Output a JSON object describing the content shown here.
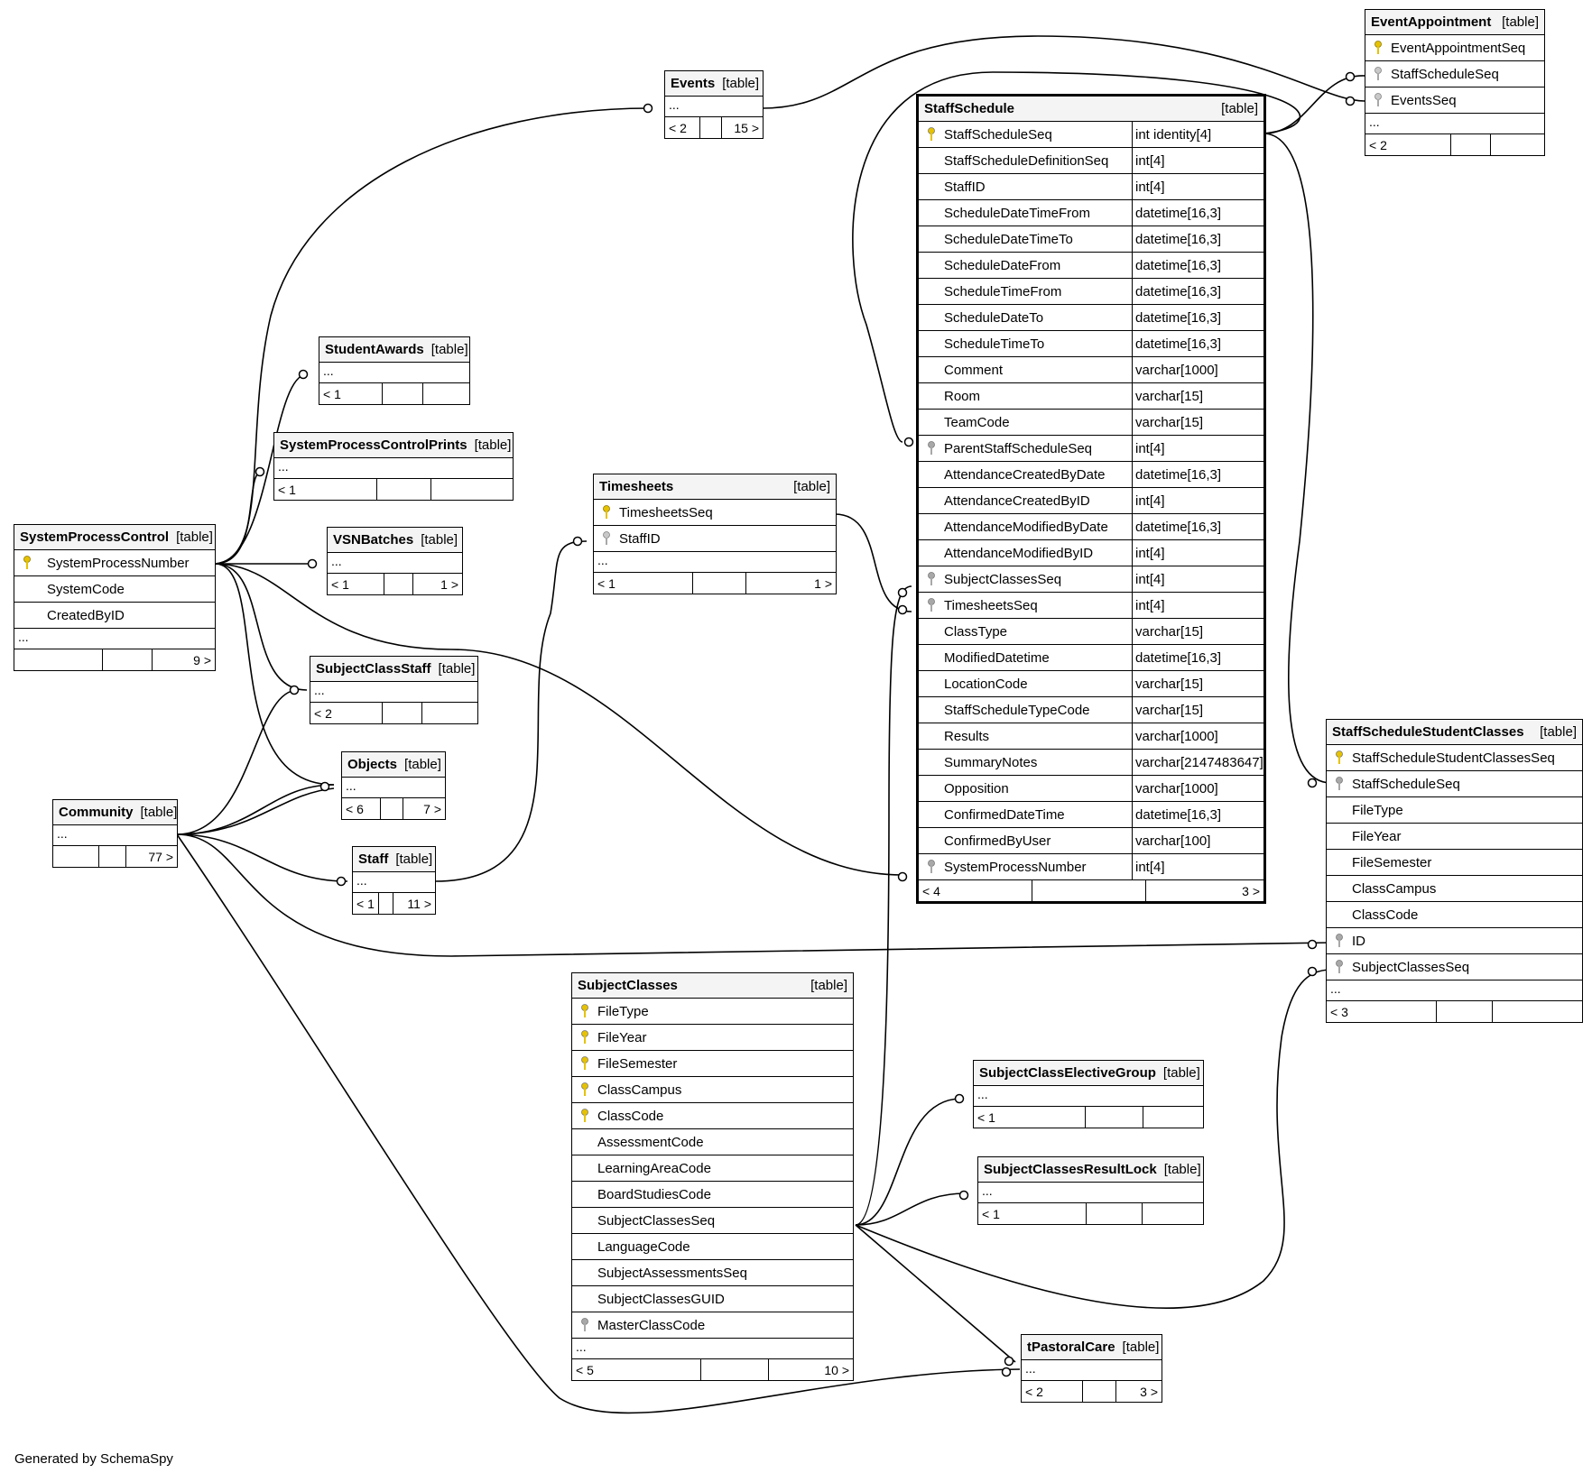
{
  "diagram": {
    "footer_text": "Generated by SchemaSpy",
    "colors": {
      "primary_key": "#e6c200",
      "foreign_key": "#a8a8a8",
      "header_bg": "#f4f4f4",
      "line": "#000000"
    },
    "tables": [
      {
        "id": "events",
        "name": "Events",
        "tag": "[table]",
        "columns": [],
        "ellipsis": "...",
        "footer": [
          "< 2",
          "",
          "15 >"
        ]
      },
      {
        "id": "eventappointment",
        "name": "EventAppointment",
        "tag": "[table]",
        "columns": [
          {
            "name": "EventAppointmentSeq",
            "key": "pk"
          },
          {
            "name": "StaffScheduleSeq",
            "key": "fk"
          },
          {
            "name": "EventsSeq",
            "key": "fk"
          }
        ],
        "ellipsis": "...",
        "footer": [
          "< 2",
          "",
          ""
        ]
      },
      {
        "id": "staffschedule",
        "name": "StaffSchedule",
        "tag": "[table]",
        "columns": [
          {
            "name": "StaffScheduleSeq",
            "type": "int identity[4]",
            "key": "pk"
          },
          {
            "name": "StaffScheduleDefinitionSeq",
            "type": "int[4]",
            "key": ""
          },
          {
            "name": "StaffID",
            "type": "int[4]",
            "key": ""
          },
          {
            "name": "ScheduleDateTimeFrom",
            "type": "datetime[16,3]",
            "key": ""
          },
          {
            "name": "ScheduleDateTimeTo",
            "type": "datetime[16,3]",
            "key": ""
          },
          {
            "name": "ScheduleDateFrom",
            "type": "datetime[16,3]",
            "key": ""
          },
          {
            "name": "ScheduleTimeFrom",
            "type": "datetime[16,3]",
            "key": ""
          },
          {
            "name": "ScheduleDateTo",
            "type": "datetime[16,3]",
            "key": ""
          },
          {
            "name": "ScheduleTimeTo",
            "type": "datetime[16,3]",
            "key": ""
          },
          {
            "name": "Comment",
            "type": "varchar[1000]",
            "key": ""
          },
          {
            "name": "Room",
            "type": "varchar[15]",
            "key": ""
          },
          {
            "name": "TeamCode",
            "type": "varchar[15]",
            "key": ""
          },
          {
            "name": "ParentStaffScheduleSeq",
            "type": "int[4]",
            "key": "fk"
          },
          {
            "name": "AttendanceCreatedByDate",
            "type": "datetime[16,3]",
            "key": ""
          },
          {
            "name": "AttendanceCreatedByID",
            "type": "int[4]",
            "key": ""
          },
          {
            "name": "AttendanceModifiedByDate",
            "type": "datetime[16,3]",
            "key": ""
          },
          {
            "name": "AttendanceModifiedByID",
            "type": "int[4]",
            "key": ""
          },
          {
            "name": "SubjectClassesSeq",
            "type": "int[4]",
            "key": "fk"
          },
          {
            "name": "TimesheetsSeq",
            "type": "int[4]",
            "key": "fk"
          },
          {
            "name": "ClassType",
            "type": "varchar[15]",
            "key": ""
          },
          {
            "name": "ModifiedDatetime",
            "type": "datetime[16,3]",
            "key": ""
          },
          {
            "name": "LocationCode",
            "type": "varchar[15]",
            "key": ""
          },
          {
            "name": "StaffScheduleTypeCode",
            "type": "varchar[15]",
            "key": ""
          },
          {
            "name": "Results",
            "type": "varchar[1000]",
            "key": ""
          },
          {
            "name": "SummaryNotes",
            "type": "varchar[2147483647]",
            "key": ""
          },
          {
            "name": "Opposition",
            "type": "varchar[1000]",
            "key": ""
          },
          {
            "name": "ConfirmedDateTime",
            "type": "datetime[16,3]",
            "key": ""
          },
          {
            "name": "ConfirmedByUser",
            "type": "varchar[100]",
            "key": ""
          },
          {
            "name": "SystemProcessNumber",
            "type": "int[4]",
            "key": "fk"
          }
        ],
        "footer": [
          "< 4",
          "",
          "3 >"
        ]
      },
      {
        "id": "studentawards",
        "name": "StudentAwards",
        "tag": "[table]",
        "columns": [],
        "ellipsis": "...",
        "footer": [
          "< 1",
          "",
          ""
        ]
      },
      {
        "id": "spcprints",
        "name": "SystemProcessControlPrints",
        "tag": "[table]",
        "columns": [],
        "ellipsis": "...",
        "footer": [
          "< 1",
          "",
          ""
        ]
      },
      {
        "id": "timesheets",
        "name": "Timesheets",
        "tag": "[table]",
        "columns": [
          {
            "name": "TimesheetsSeq",
            "key": "pk"
          },
          {
            "name": "StaffID",
            "key": "fk"
          }
        ],
        "ellipsis": "...",
        "footer": [
          "< 1",
          "",
          "1 >"
        ]
      },
      {
        "id": "spc",
        "name": "SystemProcessControl",
        "tag": "[table]",
        "columns": [
          {
            "name": "SystemProcessNumber",
            "key": "pk"
          },
          {
            "name": "SystemCode",
            "key": ""
          },
          {
            "name": "CreatedByID",
            "key": ""
          }
        ],
        "ellipsis": "...",
        "footer": [
          "",
          "",
          "9 >"
        ]
      },
      {
        "id": "vsnbatches",
        "name": "VSNBatches",
        "tag": "[table]",
        "columns": [],
        "ellipsis": "...",
        "footer": [
          "< 1",
          "",
          "1 >"
        ]
      },
      {
        "id": "subjectclassstaff",
        "name": "SubjectClassStaff",
        "tag": "[table]",
        "columns": [],
        "ellipsis": "...",
        "footer": [
          "< 2",
          "",
          ""
        ]
      },
      {
        "id": "objects",
        "name": "Objects",
        "tag": "[table]",
        "columns": [],
        "ellipsis": "...",
        "footer": [
          "< 6",
          "",
          "7 >"
        ]
      },
      {
        "id": "community",
        "name": "Community",
        "tag": "[table]",
        "columns": [],
        "ellipsis": "...",
        "footer": [
          "",
          "",
          "77 >"
        ]
      },
      {
        "id": "staff",
        "name": "Staff",
        "tag": "[table]",
        "columns": [],
        "ellipsis": "...",
        "footer": [
          "< 1",
          "",
          "11 >"
        ]
      },
      {
        "id": "sssc",
        "name": "StaffScheduleStudentClasses",
        "tag": "[table]",
        "columns": [
          {
            "name": "StaffScheduleStudentClassesSeq",
            "key": "pk"
          },
          {
            "name": "StaffScheduleSeq",
            "key": "fk"
          },
          {
            "name": "FileType",
            "key": ""
          },
          {
            "name": "FileYear",
            "key": ""
          },
          {
            "name": "FileSemester",
            "key": ""
          },
          {
            "name": "ClassCampus",
            "key": ""
          },
          {
            "name": "ClassCode",
            "key": ""
          },
          {
            "name": "ID",
            "key": "fk"
          },
          {
            "name": "SubjectClassesSeq",
            "key": "fk"
          }
        ],
        "ellipsis": "...",
        "footer": [
          "< 3",
          "",
          ""
        ]
      },
      {
        "id": "subjectclasses",
        "name": "SubjectClasses",
        "tag": "[table]",
        "columns": [
          {
            "name": "FileType",
            "key": "pk"
          },
          {
            "name": "FileYear",
            "key": "pk"
          },
          {
            "name": "FileSemester",
            "key": "pk"
          },
          {
            "name": "ClassCampus",
            "key": "pk"
          },
          {
            "name": "ClassCode",
            "key": "pk"
          },
          {
            "name": "AssessmentCode",
            "key": ""
          },
          {
            "name": "LearningAreaCode",
            "key": ""
          },
          {
            "name": "BoardStudiesCode",
            "key": ""
          },
          {
            "name": "SubjectClassesSeq",
            "key": ""
          },
          {
            "name": "LanguageCode",
            "key": ""
          },
          {
            "name": "SubjectAssessmentsSeq",
            "key": ""
          },
          {
            "name": "SubjectClassesGUID",
            "key": ""
          },
          {
            "name": "MasterClassCode",
            "key": "fk"
          }
        ],
        "ellipsis": "...",
        "footer": [
          "< 5",
          "",
          "10 >"
        ]
      },
      {
        "id": "scelective",
        "name": "SubjectClassElectiveGroup",
        "tag": "[table]",
        "columns": [],
        "ellipsis": "...",
        "footer": [
          "< 1",
          "",
          ""
        ]
      },
      {
        "id": "scresultlock",
        "name": "SubjectClassesResultLock",
        "tag": "[table]",
        "columns": [],
        "ellipsis": "...",
        "footer": [
          "< 1",
          "",
          ""
        ]
      },
      {
        "id": "tpastoral",
        "name": "tPastoralCare",
        "tag": "[table]",
        "columns": [],
        "ellipsis": "...",
        "footer": [
          "< 2",
          "",
          "3 >"
        ]
      }
    ],
    "relationships": [
      {
        "from": "spc.SystemProcessNumber",
        "to": "events"
      },
      {
        "from": "spc.SystemProcessNumber",
        "to": "studentawards"
      },
      {
        "from": "spc.SystemProcessNumber",
        "to": "spcprints"
      },
      {
        "from": "spc.SystemProcessNumber",
        "to": "vsnbatches"
      },
      {
        "from": "spc.SystemProcessNumber",
        "to": "subjectclassstaff"
      },
      {
        "from": "spc.SystemProcessNumber",
        "to": "objects"
      },
      {
        "from": "spc.SystemProcessNumber",
        "to": "staffschedule.SystemProcessNumber"
      },
      {
        "from": "community",
        "to": "subjectclassstaff"
      },
      {
        "from": "community",
        "to": "objects"
      },
      {
        "from": "community",
        "to": "staff"
      },
      {
        "from": "community",
        "to": "sssc.ID"
      },
      {
        "from": "community",
        "to": "tpastoral"
      },
      {
        "from": "staff",
        "to": "timesheets.StaffID"
      },
      {
        "from": "timesheets.TimesheetsSeq",
        "to": "staffschedule.TimesheetsSeq"
      },
      {
        "from": "events",
        "to": "eventappointment.EventsSeq"
      },
      {
        "from": "staffschedule.StaffScheduleSeq",
        "to": "eventappointment.StaffScheduleSeq"
      },
      {
        "from": "staffschedule.StaffScheduleSeq",
        "to": "staffschedule.ParentStaffScheduleSeq"
      },
      {
        "from": "staffschedule.StaffScheduleSeq",
        "to": "sssc.StaffScheduleSeq"
      },
      {
        "from": "subjectclasses.SubjectClassesSeq",
        "to": "staffschedule.SubjectClassesSeq"
      },
      {
        "from": "subjectclasses.SubjectClassesSeq",
        "to": "scelective"
      },
      {
        "from": "subjectclasses.SubjectClassesSeq",
        "to": "scresultlock"
      },
      {
        "from": "subjectclasses.SubjectClassesSeq",
        "to": "sssc.SubjectClassesSeq"
      },
      {
        "from": "subjectclasses.SubjectClassesSeq",
        "to": "tpastoral"
      }
    ]
  }
}
